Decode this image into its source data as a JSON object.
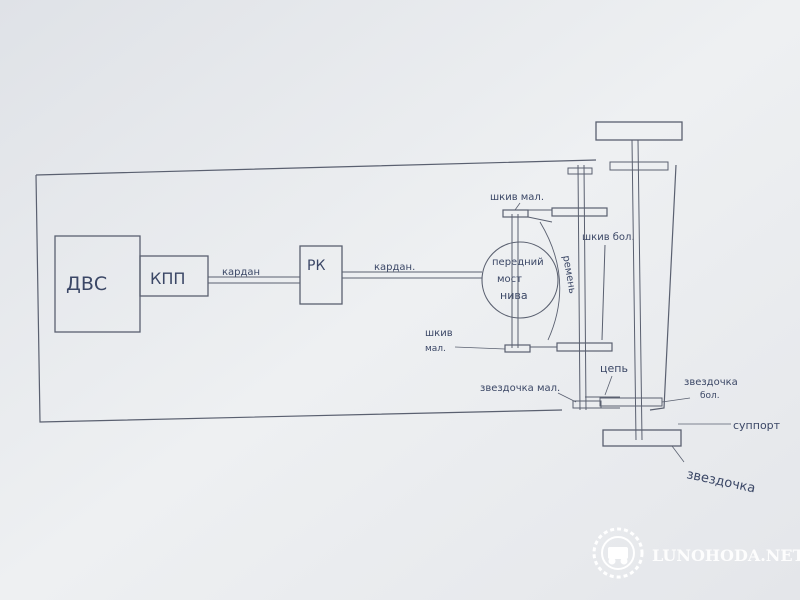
{
  "diagram": {
    "labels": {
      "engine": "ДВС",
      "gearbox": "КПП",
      "shaft1": "кардан",
      "transfer_case": "РК",
      "shaft2": "кардан.",
      "front_axle_1": "передний",
      "front_axle_2": "мост",
      "front_axle_3": "нива",
      "belts": "ремень",
      "pulley_small_top": "шкив мал.",
      "pulley_big": "шкив бол.",
      "pulley_small_bottom_1": "шкив",
      "pulley_small_bottom_2": "мал.",
      "sprocket_small": "звездочка мал.",
      "chain": "цепь",
      "sprocket_big_1": "звездочка",
      "sprocket_big_2": "бол.",
      "support": "суппорт",
      "sprocket": "звездочка"
    }
  },
  "watermark": {
    "text": "LUNOHODA.NET"
  },
  "colors": {
    "paper": "#e9ebee",
    "ink": "#5a6070",
    "pen": "#3b4766",
    "watermark": "#ffffff"
  }
}
